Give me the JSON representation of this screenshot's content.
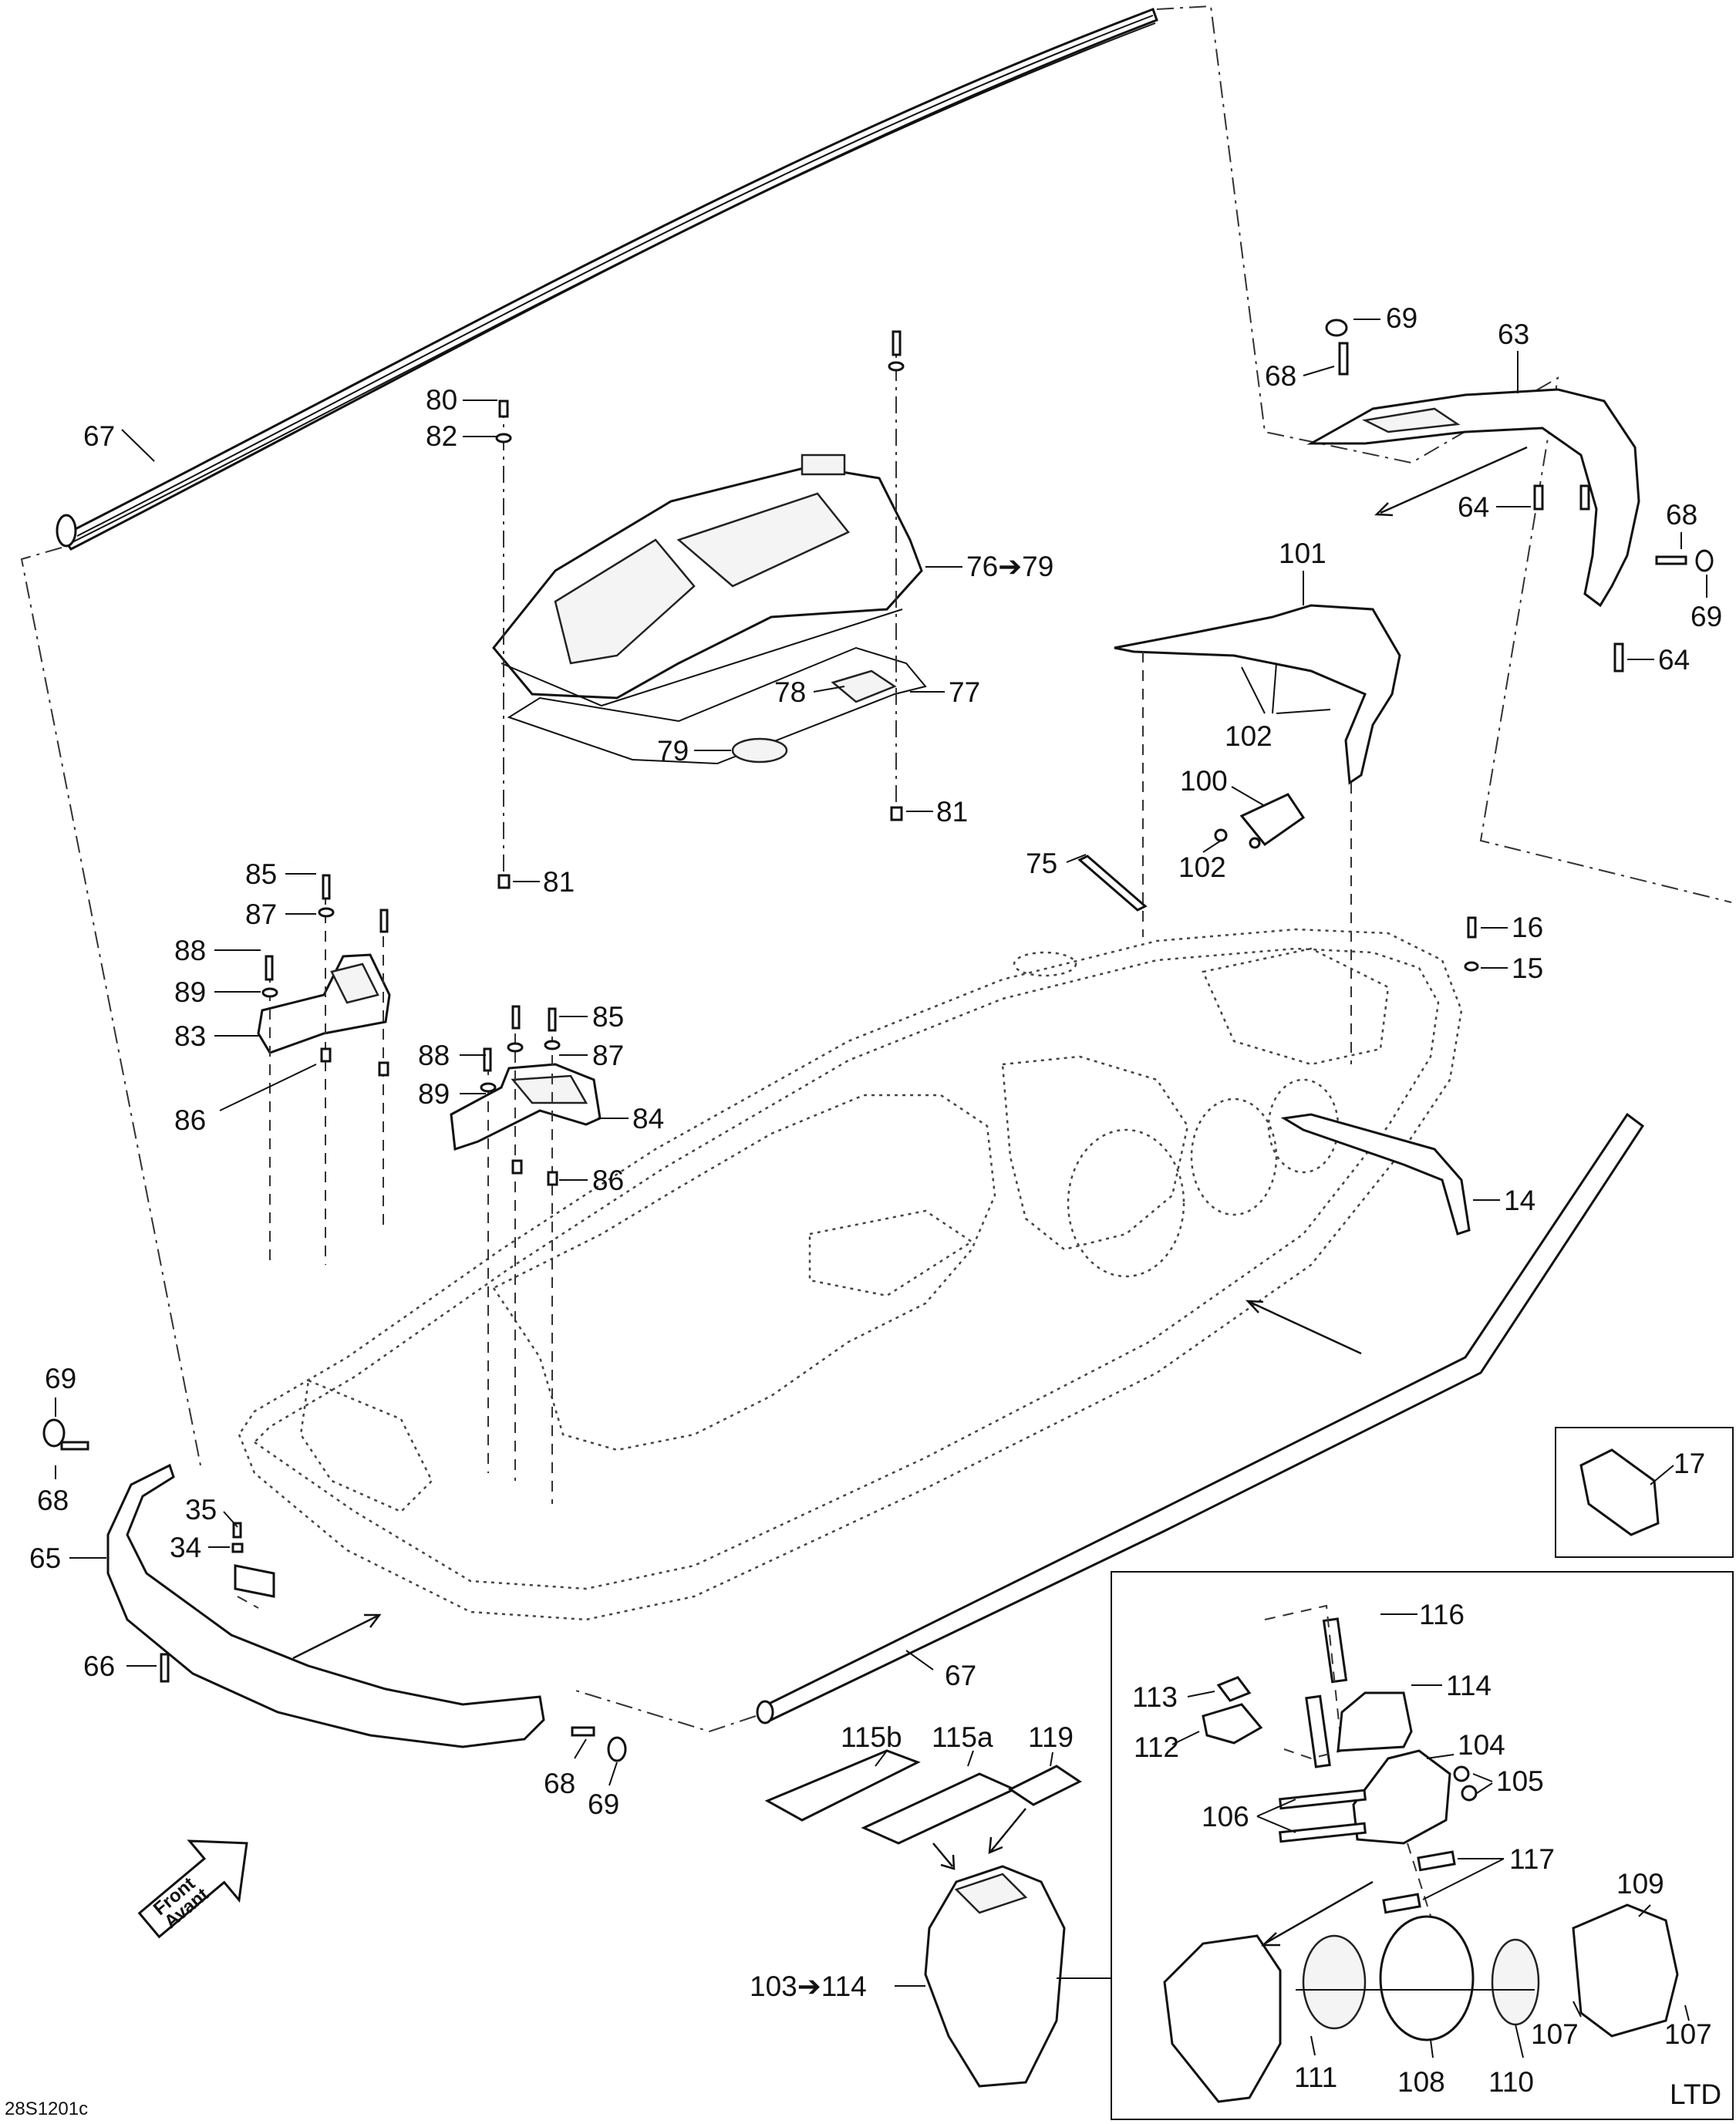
{
  "diagram": {
    "drawing_code": "28S1201c",
    "inset_label": "LTD",
    "front_label_en": "Front",
    "front_label_fr": "Avant",
    "callouts": [
      {
        "id": "c67a",
        "text": "67"
      },
      {
        "id": "c80",
        "text": "80"
      },
      {
        "id": "c82",
        "text": "82"
      },
      {
        "id": "c76",
        "text": "76➔79"
      },
      {
        "id": "c78",
        "text": "78"
      },
      {
        "id": "c77",
        "text": "77"
      },
      {
        "id": "c79",
        "text": "79"
      },
      {
        "id": "c81a",
        "text": "81"
      },
      {
        "id": "c81b",
        "text": "81"
      },
      {
        "id": "c69a",
        "text": "69"
      },
      {
        "id": "c68a",
        "text": "68"
      },
      {
        "id": "c63",
        "text": "63"
      },
      {
        "id": "c64a",
        "text": "64"
      },
      {
        "id": "c68b",
        "text": "68"
      },
      {
        "id": "c69b",
        "text": "69"
      },
      {
        "id": "c64b",
        "text": "64"
      },
      {
        "id": "c101",
        "text": "101"
      },
      {
        "id": "c102a",
        "text": "102"
      },
      {
        "id": "c100",
        "text": "100"
      },
      {
        "id": "c102b",
        "text": "102"
      },
      {
        "id": "c75",
        "text": "75"
      },
      {
        "id": "c16",
        "text": "16"
      },
      {
        "id": "c15",
        "text": "15"
      },
      {
        "id": "c14",
        "text": "14"
      },
      {
        "id": "c85a",
        "text": "85"
      },
      {
        "id": "c87a",
        "text": "87"
      },
      {
        "id": "c88a",
        "text": "88"
      },
      {
        "id": "c89a",
        "text": "89"
      },
      {
        "id": "c83",
        "text": "83"
      },
      {
        "id": "c86a",
        "text": "86"
      },
      {
        "id": "c85b",
        "text": "85"
      },
      {
        "id": "c87b",
        "text": "87"
      },
      {
        "id": "c88b",
        "text": "88"
      },
      {
        "id": "c89b",
        "text": "89"
      },
      {
        "id": "c84",
        "text": "84"
      },
      {
        "id": "c86b",
        "text": "86"
      },
      {
        "id": "c69c",
        "text": "69"
      },
      {
        "id": "c68c",
        "text": "68"
      },
      {
        "id": "c35",
        "text": "35"
      },
      {
        "id": "c34",
        "text": "34"
      },
      {
        "id": "c65",
        "text": "65"
      },
      {
        "id": "c66",
        "text": "66"
      },
      {
        "id": "c68d",
        "text": "68"
      },
      {
        "id": "c69d",
        "text": "69"
      },
      {
        "id": "c67b",
        "text": "67"
      },
      {
        "id": "c17",
        "text": "17"
      },
      {
        "id": "c116",
        "text": "116"
      },
      {
        "id": "c113",
        "text": "113"
      },
      {
        "id": "c114",
        "text": "114"
      },
      {
        "id": "c112",
        "text": "112"
      },
      {
        "id": "c104",
        "text": "104"
      },
      {
        "id": "c105",
        "text": "105"
      },
      {
        "id": "c106",
        "text": "106"
      },
      {
        "id": "c117",
        "text": "117"
      },
      {
        "id": "c109",
        "text": "109"
      },
      {
        "id": "c107a",
        "text": "107"
      },
      {
        "id": "c107b",
        "text": "107"
      },
      {
        "id": "c111",
        "text": "111"
      },
      {
        "id": "c108",
        "text": "108"
      },
      {
        "id": "c110",
        "text": "110"
      },
      {
        "id": "c115b",
        "text": "115b"
      },
      {
        "id": "c115a",
        "text": "115a"
      },
      {
        "id": "c119",
        "text": "119"
      },
      {
        "id": "c103",
        "text": "103➔114"
      }
    ]
  }
}
